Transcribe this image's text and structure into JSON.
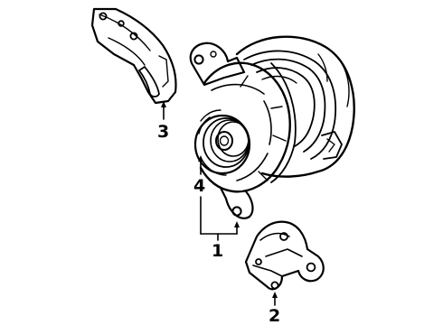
{
  "diagram": {
    "callouts": [
      {
        "id": "1",
        "label": "1"
      },
      {
        "id": "2",
        "label": "2"
      },
      {
        "id": "3",
        "label": "3"
      },
      {
        "id": "4",
        "label": "4"
      }
    ],
    "parts": [
      {
        "callout": "1",
        "icon": "alternator-assembly"
      },
      {
        "callout": "2",
        "icon": "lower-mounting-bracket"
      },
      {
        "callout": "3",
        "icon": "adjusting-bracket"
      },
      {
        "callout": "4",
        "icon": "pulley"
      }
    ]
  }
}
